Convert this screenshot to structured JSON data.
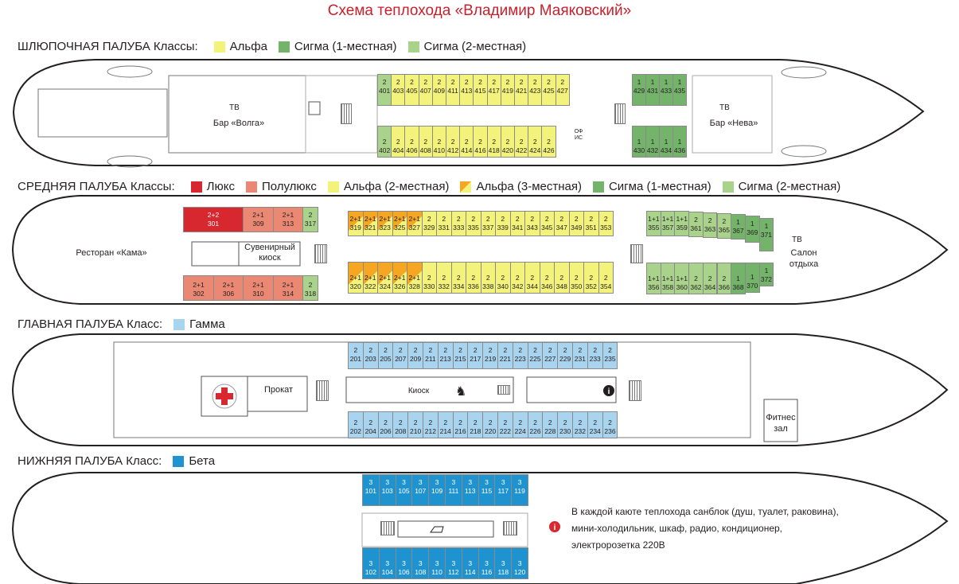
{
  "title": "Схема теплохода «Владимир Маяковский»",
  "colors": {
    "alpha": "#f3f27a",
    "sigma1": "#74b46a",
    "sigma2": "#a9d28a",
    "lux": "#d7282f",
    "semilux": "#ea8873",
    "gamma": "#a9d4ef",
    "beta": "#1f93cf"
  },
  "legends": {
    "boat": {
      "deck": "ШЛЮПОЧНАЯ ПАЛУБА Классы:",
      "items": [
        {
          "label": "Альфа",
          "color": "#f3f27a"
        },
        {
          "label": "Сигма (1-местная)",
          "color": "#74b46a"
        },
        {
          "label": "Сигма (2-местная)",
          "color": "#a9d28a"
        }
      ]
    },
    "middle": {
      "deck": "СРЕДНЯЯ ПАЛУБА  Классы:",
      "items": [
        {
          "label": "Люкс",
          "color": "#d7282f"
        },
        {
          "label": "Полулюкс",
          "color": "#ea8873"
        },
        {
          "label": "Альфа (2-местная)",
          "color": "#f3f27a"
        },
        {
          "label": "Альфа (3-местная)",
          "color": "split"
        },
        {
          "label": "Сигма (1-местная)",
          "color": "#74b46a"
        },
        {
          "label": "Сигма (2-местная)",
          "color": "#a9d28a"
        }
      ]
    },
    "main": {
      "deck": "ГЛАВНАЯ ПАЛУБА Класс:",
      "items": [
        {
          "label": "Гамма",
          "color": "#a9d4ef"
        }
      ]
    },
    "lower": {
      "deck": "НИЖНЯЯ ПАЛУБА Класс:",
      "items": [
        {
          "label": "Бета",
          "color": "#1f93cf"
        }
      ]
    }
  },
  "labels": {
    "bar_volga": "Бар «Волга»",
    "bar_neva": "Бар «Нева»",
    "tv": "ТВ",
    "ofis": "ОФИС",
    "restaurant": "Ресторан «Кама»",
    "souvenir": "Сувенирный киоск",
    "salon": "Салон отдыха",
    "prokat": "Прокат",
    "kiosk": "Киоск",
    "fitness": "Фитнес зал",
    "info_icon": "info-icon",
    "note": [
      "В каждой каюте теплохода санблок (душ, туалет, раковина),",
      "мини-холодильник, шкаф, радио, кондиционер,",
      "электророзетка 220В"
    ]
  },
  "cabins": {
    "boat_top": [
      [
        "2",
        "401"
      ],
      [
        "2",
        "403"
      ],
      [
        "2",
        "405"
      ],
      [
        "2",
        "407"
      ],
      [
        "2",
        "409"
      ],
      [
        "2",
        "411"
      ],
      [
        "2",
        "413"
      ],
      [
        "2",
        "415"
      ],
      [
        "2",
        "417"
      ],
      [
        "2",
        "419"
      ],
      [
        "2",
        "421"
      ],
      [
        "2",
        "423"
      ],
      [
        "2",
        "425"
      ],
      [
        "2",
        "427"
      ]
    ],
    "boat_bot": [
      [
        "2",
        "402"
      ],
      [
        "2",
        "404"
      ],
      [
        "2",
        "406"
      ],
      [
        "2",
        "408"
      ],
      [
        "2",
        "410"
      ],
      [
        "2",
        "412"
      ],
      [
        "2",
        "414"
      ],
      [
        "2",
        "416"
      ],
      [
        "2",
        "418"
      ],
      [
        "2",
        "420"
      ],
      [
        "2",
        "422"
      ],
      [
        "2",
        "424"
      ],
      [
        "2",
        "426"
      ]
    ],
    "boat_top_r": [
      [
        "1",
        "429"
      ],
      [
        "1",
        "431"
      ],
      [
        "1",
        "433"
      ],
      [
        "1",
        "435"
      ]
    ],
    "boat_bot_r": [
      [
        "1",
        "430"
      ],
      [
        "1",
        "432"
      ],
      [
        "1",
        "434"
      ],
      [
        "1",
        "436"
      ]
    ],
    "mid_top_l": [
      [
        "2+2",
        "301"
      ],
      [
        "2+1",
        "309"
      ],
      [
        "2+1",
        "313"
      ],
      [
        "2",
        "317"
      ]
    ],
    "mid_bot_l": [
      [
        "2+1",
        "302"
      ],
      [
        "2+1",
        "306"
      ],
      [
        "2+1",
        "310"
      ],
      [
        "2+1",
        "314"
      ],
      [
        "2",
        "318"
      ]
    ],
    "mid_top_c": [
      [
        "2+1",
        "319"
      ],
      [
        "2+1",
        "321"
      ],
      [
        "2+1",
        "323"
      ],
      [
        "2+1",
        "325"
      ],
      [
        "2+1",
        "327"
      ],
      [
        "2",
        "329"
      ],
      [
        "2",
        "331"
      ],
      [
        "2",
        "333"
      ],
      [
        "2",
        "335"
      ],
      [
        "2",
        "337"
      ],
      [
        "2",
        "339"
      ],
      [
        "2",
        "341"
      ],
      [
        "2",
        "343"
      ],
      [
        "2",
        "345"
      ],
      [
        "2",
        "347"
      ],
      [
        "2",
        "349"
      ],
      [
        "2",
        "351"
      ],
      [
        "2",
        "353"
      ]
    ],
    "mid_bot_c": [
      [
        "2+1",
        "320"
      ],
      [
        "2+1",
        "322"
      ],
      [
        "2+1",
        "324"
      ],
      [
        "2+1",
        "326"
      ],
      [
        "2+1",
        "328"
      ],
      [
        "2",
        "330"
      ],
      [
        "2",
        "332"
      ],
      [
        "2",
        "334"
      ],
      [
        "2",
        "336"
      ],
      [
        "2",
        "338"
      ],
      [
        "2",
        "340"
      ],
      [
        "2",
        "342"
      ],
      [
        "2",
        "344"
      ],
      [
        "2",
        "346"
      ],
      [
        "2",
        "348"
      ],
      [
        "2",
        "350"
      ],
      [
        "2",
        "352"
      ],
      [
        "2",
        "354"
      ]
    ],
    "mid_top_r": [
      [
        "1+1",
        "355"
      ],
      [
        "1+1",
        "357"
      ],
      [
        "1+1",
        "359"
      ],
      [
        "2",
        "361"
      ],
      [
        "2",
        "363"
      ],
      [
        "2",
        "365"
      ],
      [
        "1",
        "367"
      ],
      [
        "1",
        "369"
      ],
      [
        "1",
        "371"
      ]
    ],
    "mid_bot_r": [
      [
        "1+1",
        "356"
      ],
      [
        "1+1",
        "358"
      ],
      [
        "1+1",
        "360"
      ],
      [
        "2",
        "362"
      ],
      [
        "2",
        "364"
      ],
      [
        "2",
        "366"
      ],
      [
        "1",
        "368"
      ],
      [
        "1",
        "370"
      ],
      [
        "1",
        "372"
      ]
    ],
    "main_top": [
      [
        "2",
        "201"
      ],
      [
        "2",
        "203"
      ],
      [
        "2",
        "205"
      ],
      [
        "2",
        "207"
      ],
      [
        "2",
        "209"
      ],
      [
        "2",
        "211"
      ],
      [
        "2",
        "213"
      ],
      [
        "2",
        "215"
      ],
      [
        "2",
        "217"
      ],
      [
        "2",
        "219"
      ],
      [
        "2",
        "221"
      ],
      [
        "2",
        "223"
      ],
      [
        "2",
        "225"
      ],
      [
        "2",
        "227"
      ],
      [
        "2",
        "229"
      ],
      [
        "2",
        "231"
      ],
      [
        "2",
        "233"
      ],
      [
        "2",
        "235"
      ]
    ],
    "main_bot": [
      [
        "2",
        "202"
      ],
      [
        "2",
        "204"
      ],
      [
        "2",
        "206"
      ],
      [
        "2",
        "208"
      ],
      [
        "2",
        "210"
      ],
      [
        "2",
        "212"
      ],
      [
        "2",
        "214"
      ],
      [
        "2",
        "216"
      ],
      [
        "2",
        "218"
      ],
      [
        "2",
        "220"
      ],
      [
        "2",
        "222"
      ],
      [
        "2",
        "224"
      ],
      [
        "2",
        "226"
      ],
      [
        "2",
        "228"
      ],
      [
        "2",
        "230"
      ],
      [
        "2",
        "232"
      ],
      [
        "2",
        "234"
      ],
      [
        "2",
        "236"
      ]
    ],
    "low_top": [
      [
        "3",
        "101"
      ],
      [
        "3",
        "103"
      ],
      [
        "3",
        "105"
      ],
      [
        "3",
        "107"
      ],
      [
        "3",
        "109"
      ],
      [
        "3",
        "111"
      ],
      [
        "3",
        "113"
      ],
      [
        "3",
        "115"
      ],
      [
        "3",
        "117"
      ],
      [
        "3",
        "119"
      ]
    ],
    "low_bot": [
      [
        "3",
        "102"
      ],
      [
        "3",
        "104"
      ],
      [
        "3",
        "106"
      ],
      [
        "3",
        "108"
      ],
      [
        "3",
        "110"
      ],
      [
        "3",
        "112"
      ],
      [
        "3",
        "114"
      ],
      [
        "3",
        "116"
      ],
      [
        "3",
        "118"
      ],
      [
        "3",
        "120"
      ]
    ]
  }
}
